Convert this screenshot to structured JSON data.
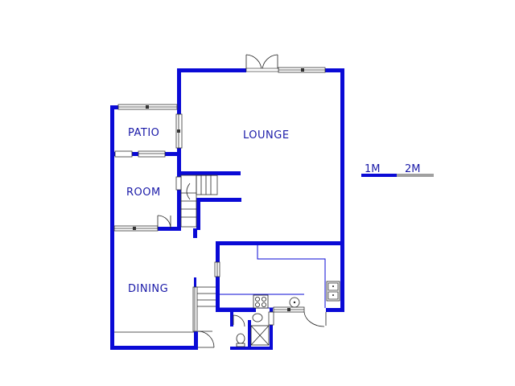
{
  "rooms": {
    "patio": "PATIO",
    "lounge": "LOUNGE",
    "room": "ROOM",
    "dining": "DINING"
  },
  "scale": {
    "label_1": "1M",
    "label_2": "2M",
    "colors": {
      "first_segment": "#0a0ad6",
      "second_segment": "#a0a0a0"
    }
  },
  "colors": {
    "walls": "#0a0ad6",
    "labels": "#1a1aa8",
    "background": "#ffffff"
  }
}
